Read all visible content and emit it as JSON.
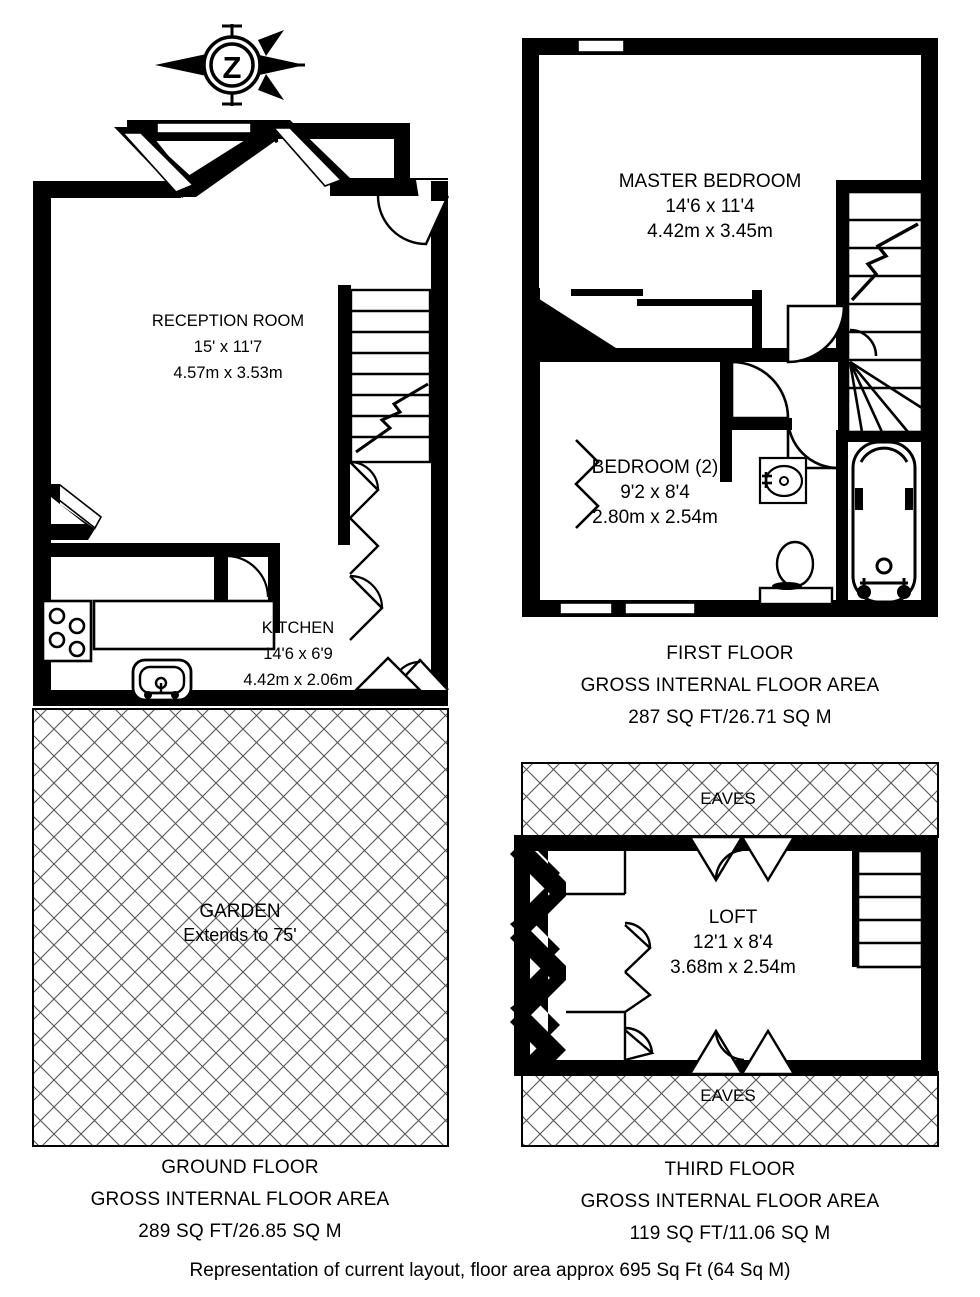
{
  "document": {
    "type": "floor-plan",
    "footer_note": "Representation of current layout, floor area approx 695 Sq Ft (64 Sq M)"
  },
  "compass": {
    "name": "north-compass-rose",
    "letter": "Z"
  },
  "floors": [
    {
      "id": "ground",
      "caption_title": "GROUND FLOOR",
      "caption_area_label": "GROSS INTERNAL FLOOR AREA",
      "caption_area_value": "289 SQ FT/26.85 SQ M",
      "rooms": [
        {
          "name": "RECEPTION ROOM",
          "imperial": "15' x 11'7",
          "metric": "4.57m x 3.53m"
        },
        {
          "name": "KITCHEN",
          "imperial": "14'6 x 6'9",
          "metric": "4.42m x 2.06m"
        },
        {
          "name": "GARDEN",
          "imperial": "Extends to 75'",
          "metric": ""
        }
      ]
    },
    {
      "id": "first",
      "caption_title": "FIRST FLOOR",
      "caption_area_label": "GROSS INTERNAL FLOOR AREA",
      "caption_area_value": "287 SQ FT/26.71 SQ M",
      "rooms": [
        {
          "name": "MASTER BEDROOM",
          "imperial": "14'6 x 11'4",
          "metric": "4.42m x 3.45m"
        },
        {
          "name": "BEDROOM (2)",
          "imperial": "9'2 x 8'4",
          "metric": "2.80m x 2.54m"
        }
      ]
    },
    {
      "id": "third",
      "caption_title": "THIRD FLOOR",
      "caption_area_label": "GROSS INTERNAL FLOOR AREA",
      "caption_area_value": "119 SQ FT/11.06 SQ M",
      "rooms": [
        {
          "name": "LOFT",
          "imperial": "12'1 x 8'4",
          "metric": "3.68m x 2.54m"
        },
        {
          "name": "EAVES",
          "imperial": "",
          "metric": ""
        },
        {
          "name": "EAVES",
          "imperial": "",
          "metric": ""
        }
      ]
    }
  ],
  "labels": {
    "eaves_top": "EAVES",
    "eaves_bottom": "EAVES"
  },
  "colors": {
    "wall": "#000000",
    "background": "#ffffff",
    "hatch": "#555555",
    "text": "#000000"
  }
}
